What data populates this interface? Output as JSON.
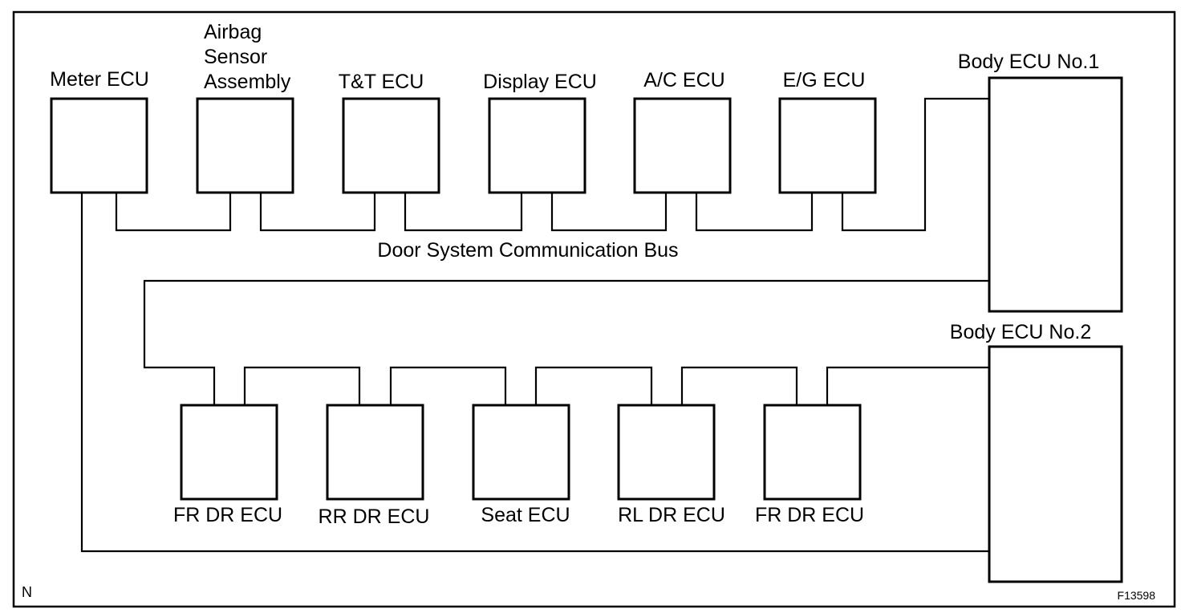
{
  "diagram": {
    "corner_label": "N",
    "figure_code": "F13598",
    "bus_label": "Door System Communication Bus",
    "top_ecus": [
      {
        "id": "meter",
        "label": [
          "Meter ECU"
        ]
      },
      {
        "id": "airbag",
        "label": [
          "Airbag",
          "Sensor",
          "Assembly"
        ]
      },
      {
        "id": "tt",
        "label": [
          "T&T ECU"
        ]
      },
      {
        "id": "display",
        "label": [
          "Display ECU"
        ]
      },
      {
        "id": "ac",
        "label": [
          "A/C ECU"
        ]
      },
      {
        "id": "eg",
        "label": [
          "E/G ECU"
        ]
      }
    ],
    "body_ecus": [
      {
        "id": "body1",
        "label": "Body ECU No.1"
      },
      {
        "id": "body2",
        "label": "Body ECU No.2"
      }
    ],
    "bottom_ecus": [
      {
        "id": "fr-dr-1",
        "label": "FR DR ECU"
      },
      {
        "id": "rr-dr",
        "label": "RR DR ECU"
      },
      {
        "id": "seat",
        "label": "Seat ECU"
      },
      {
        "id": "rl-dr",
        "label": "RL DR ECU"
      },
      {
        "id": "fr-dr-2",
        "label": "FR DR ECU"
      }
    ]
  }
}
